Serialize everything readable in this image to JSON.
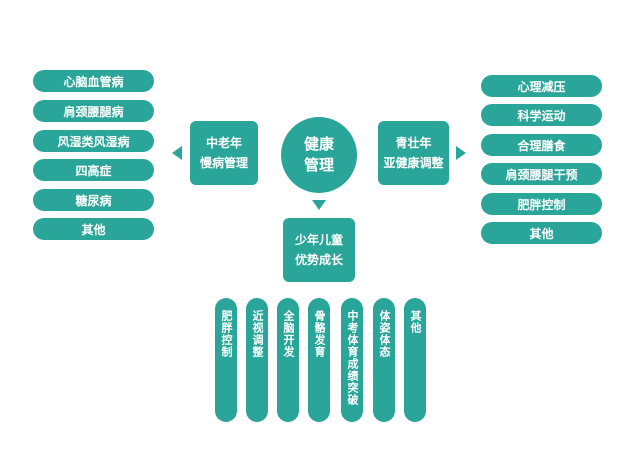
{
  "center": {
    "line1": "健康",
    "line2": "管理"
  },
  "left_box": {
    "line1": "中老年",
    "line2": "慢病管理"
  },
  "right_box": {
    "line1": "青壮年",
    "line2": "亚健康调整"
  },
  "bottom_box": {
    "line1": "少年儿童",
    "line2": "优势成长"
  },
  "left_items": [
    "心脑血管病",
    "肩颈腰腿病",
    "风湿类风湿病",
    "四高症",
    "糖尿病",
    "其他"
  ],
  "right_items": [
    "心理减压",
    "科学运动",
    "合理膳食",
    "肩颈腰腿干预",
    "肥胖控制",
    "其他"
  ],
  "bottom_items": [
    "肥胖控制",
    "近视调整",
    "全脑开发",
    "骨骼发育",
    "中考体育成绩突破",
    "体姿体态",
    "其他"
  ],
  "colors": {
    "teal": "#2aa59a"
  }
}
